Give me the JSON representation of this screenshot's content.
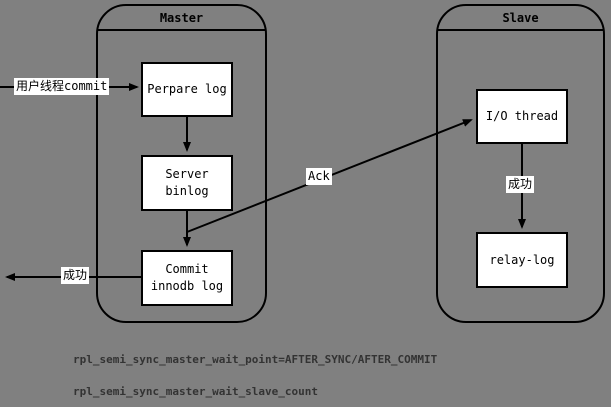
{
  "colors": {
    "background": "#808080",
    "node_fill": "#ffffff",
    "line": "#000000",
    "footer_text": "#333333"
  },
  "master": {
    "title": "Master",
    "nodes": {
      "prepare_log": "Perpare log",
      "server_binlog": "Server\nbinlog",
      "commit_innodb_log": "Commit\ninnodb log"
    }
  },
  "slave": {
    "title": "Slave",
    "nodes": {
      "io_thread": "I/O thread",
      "relay_log": "relay-log"
    }
  },
  "edges": {
    "user_commit_label": "用户线程commit",
    "success_left_label": "成功",
    "ack_label": "Ack",
    "success_right_label": "成功"
  },
  "footer": {
    "line1": "rpl_semi_sync_master_wait_point=AFTER_SYNC/AFTER_COMMIT",
    "line2": "rpl_semi_sync_master_wait_slave_count"
  }
}
